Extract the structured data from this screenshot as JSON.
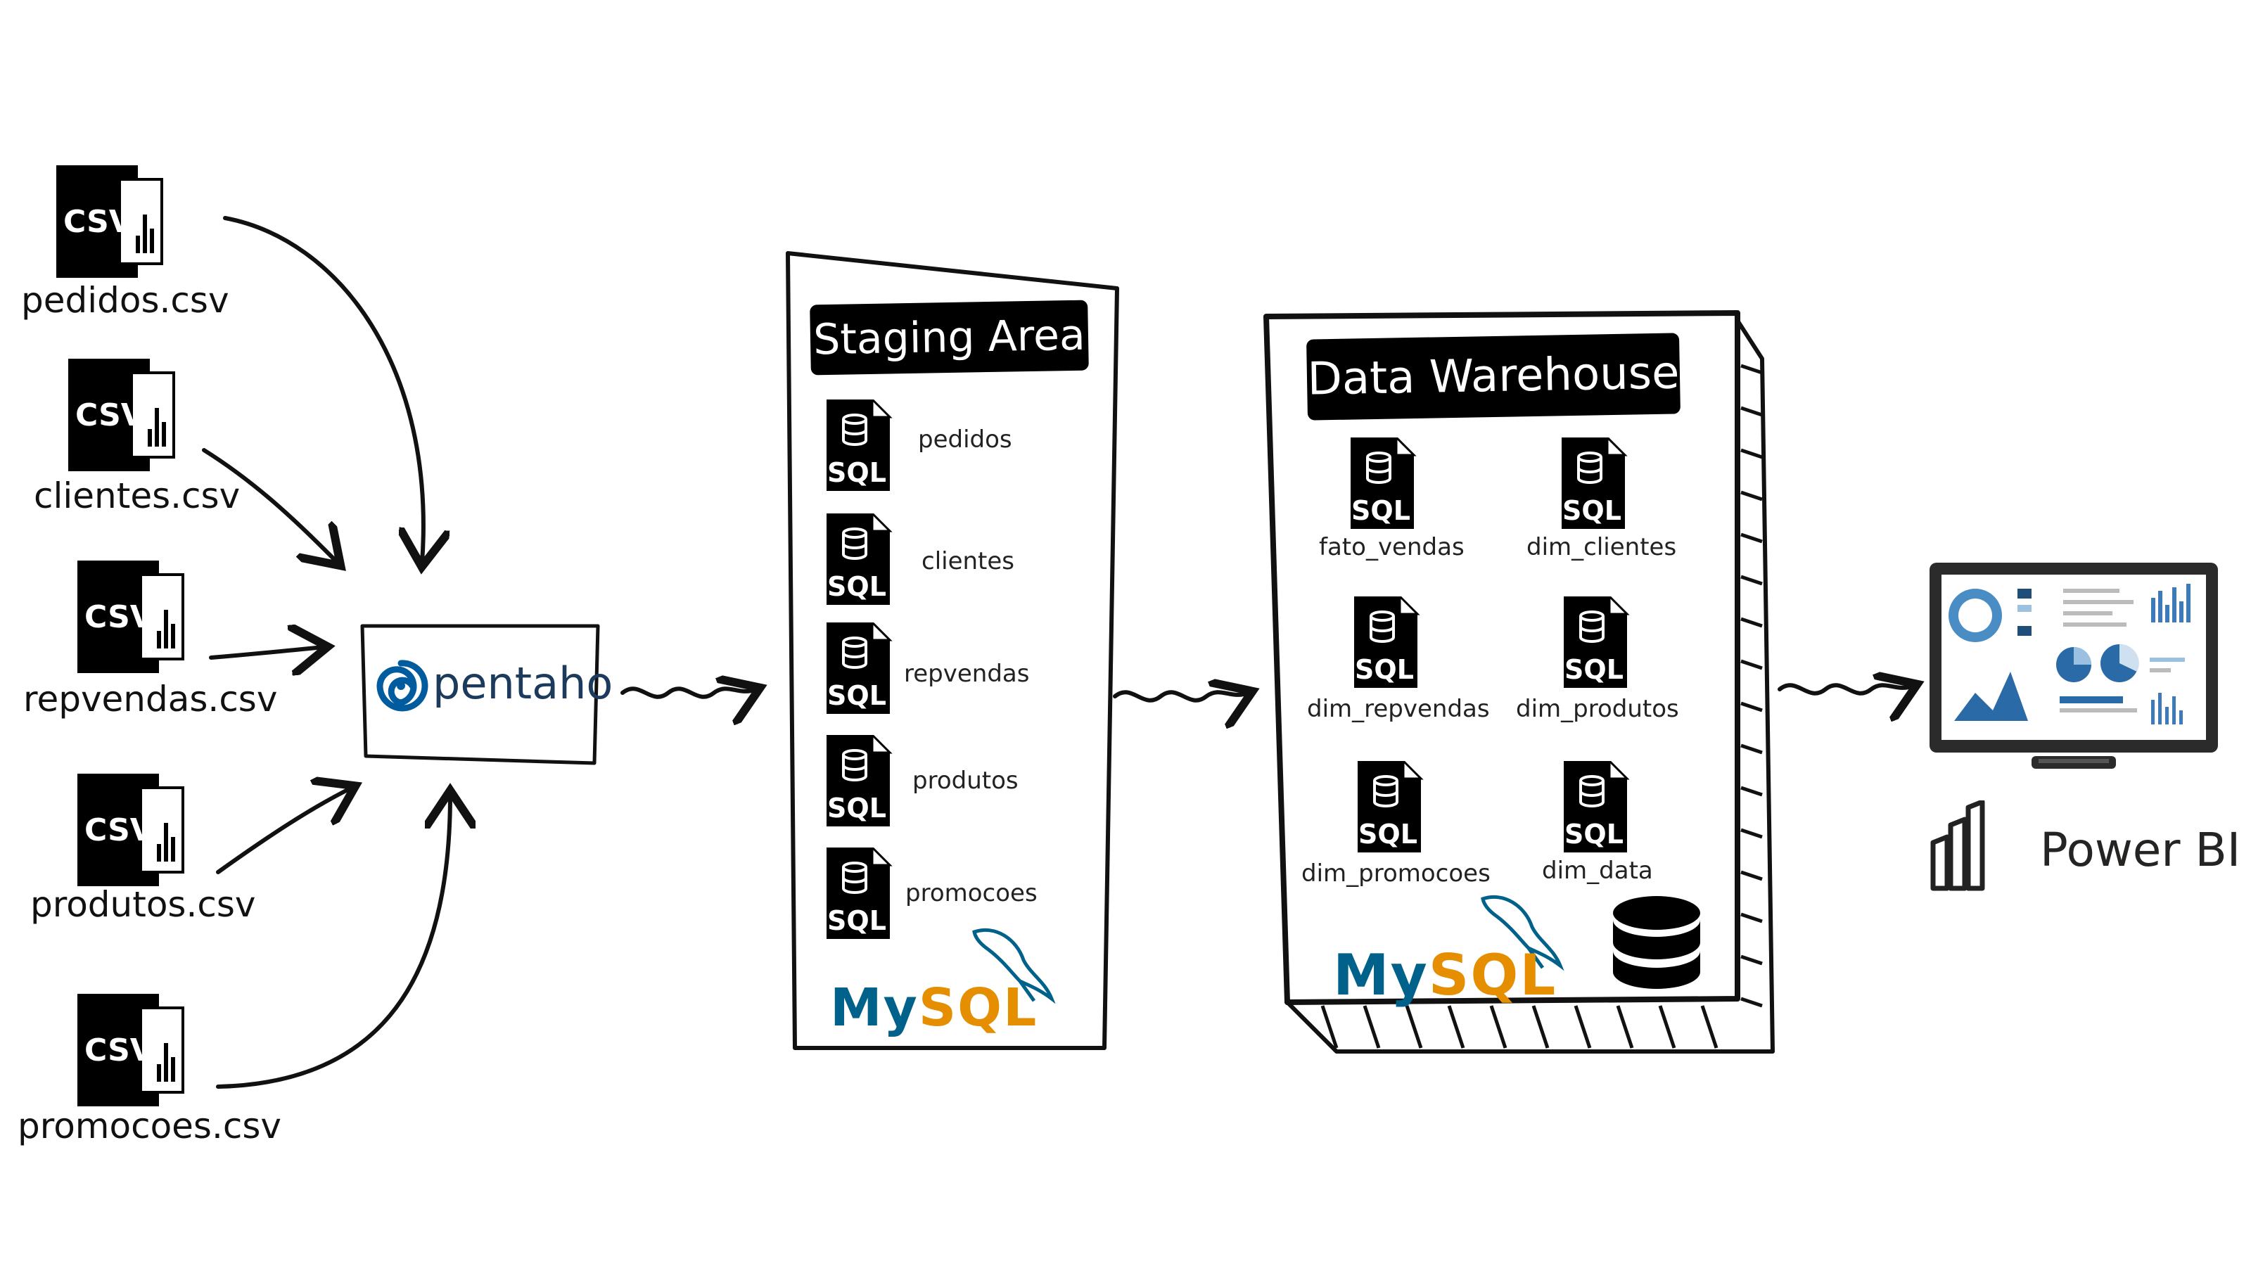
{
  "sources": [
    {
      "icon": "csv-file-icon",
      "icon_text": "CSV",
      "label": "pedidos.csv"
    },
    {
      "icon": "csv-file-icon",
      "icon_text": "CSV",
      "label": "clientes.csv"
    },
    {
      "icon": "csv-file-icon",
      "icon_text": "CSV",
      "label": "repvendas.csv"
    },
    {
      "icon": "csv-file-icon",
      "icon_text": "CSV",
      "label": "produtos.csv"
    },
    {
      "icon": "csv-file-icon",
      "icon_text": "CSV",
      "label": "promocoes.csv"
    }
  ],
  "etl": {
    "logo": "pentaho"
  },
  "staging": {
    "title": "Staging Area",
    "tables": [
      "pedidos",
      "clientes",
      "repvendas",
      "produtos",
      "promocoes"
    ],
    "db_logo": "MySQL"
  },
  "warehouse": {
    "title": "Data Warehouse",
    "tables": [
      "fato_vendas",
      "dim_clientes",
      "dim_repvendas",
      "dim_produtos",
      "dim_promocoes",
      "dim_data"
    ],
    "db_logo": "MySQL",
    "db_icon": "database-icon"
  },
  "sql_icon_text": "SQL",
  "bi": {
    "label": "Power BI",
    "icon": "dashboard-laptop-icon"
  },
  "colors": {
    "mysql_blue": "#00618A",
    "mysql_orange": "#E48E00",
    "pentaho_blue": "#005C9E"
  }
}
